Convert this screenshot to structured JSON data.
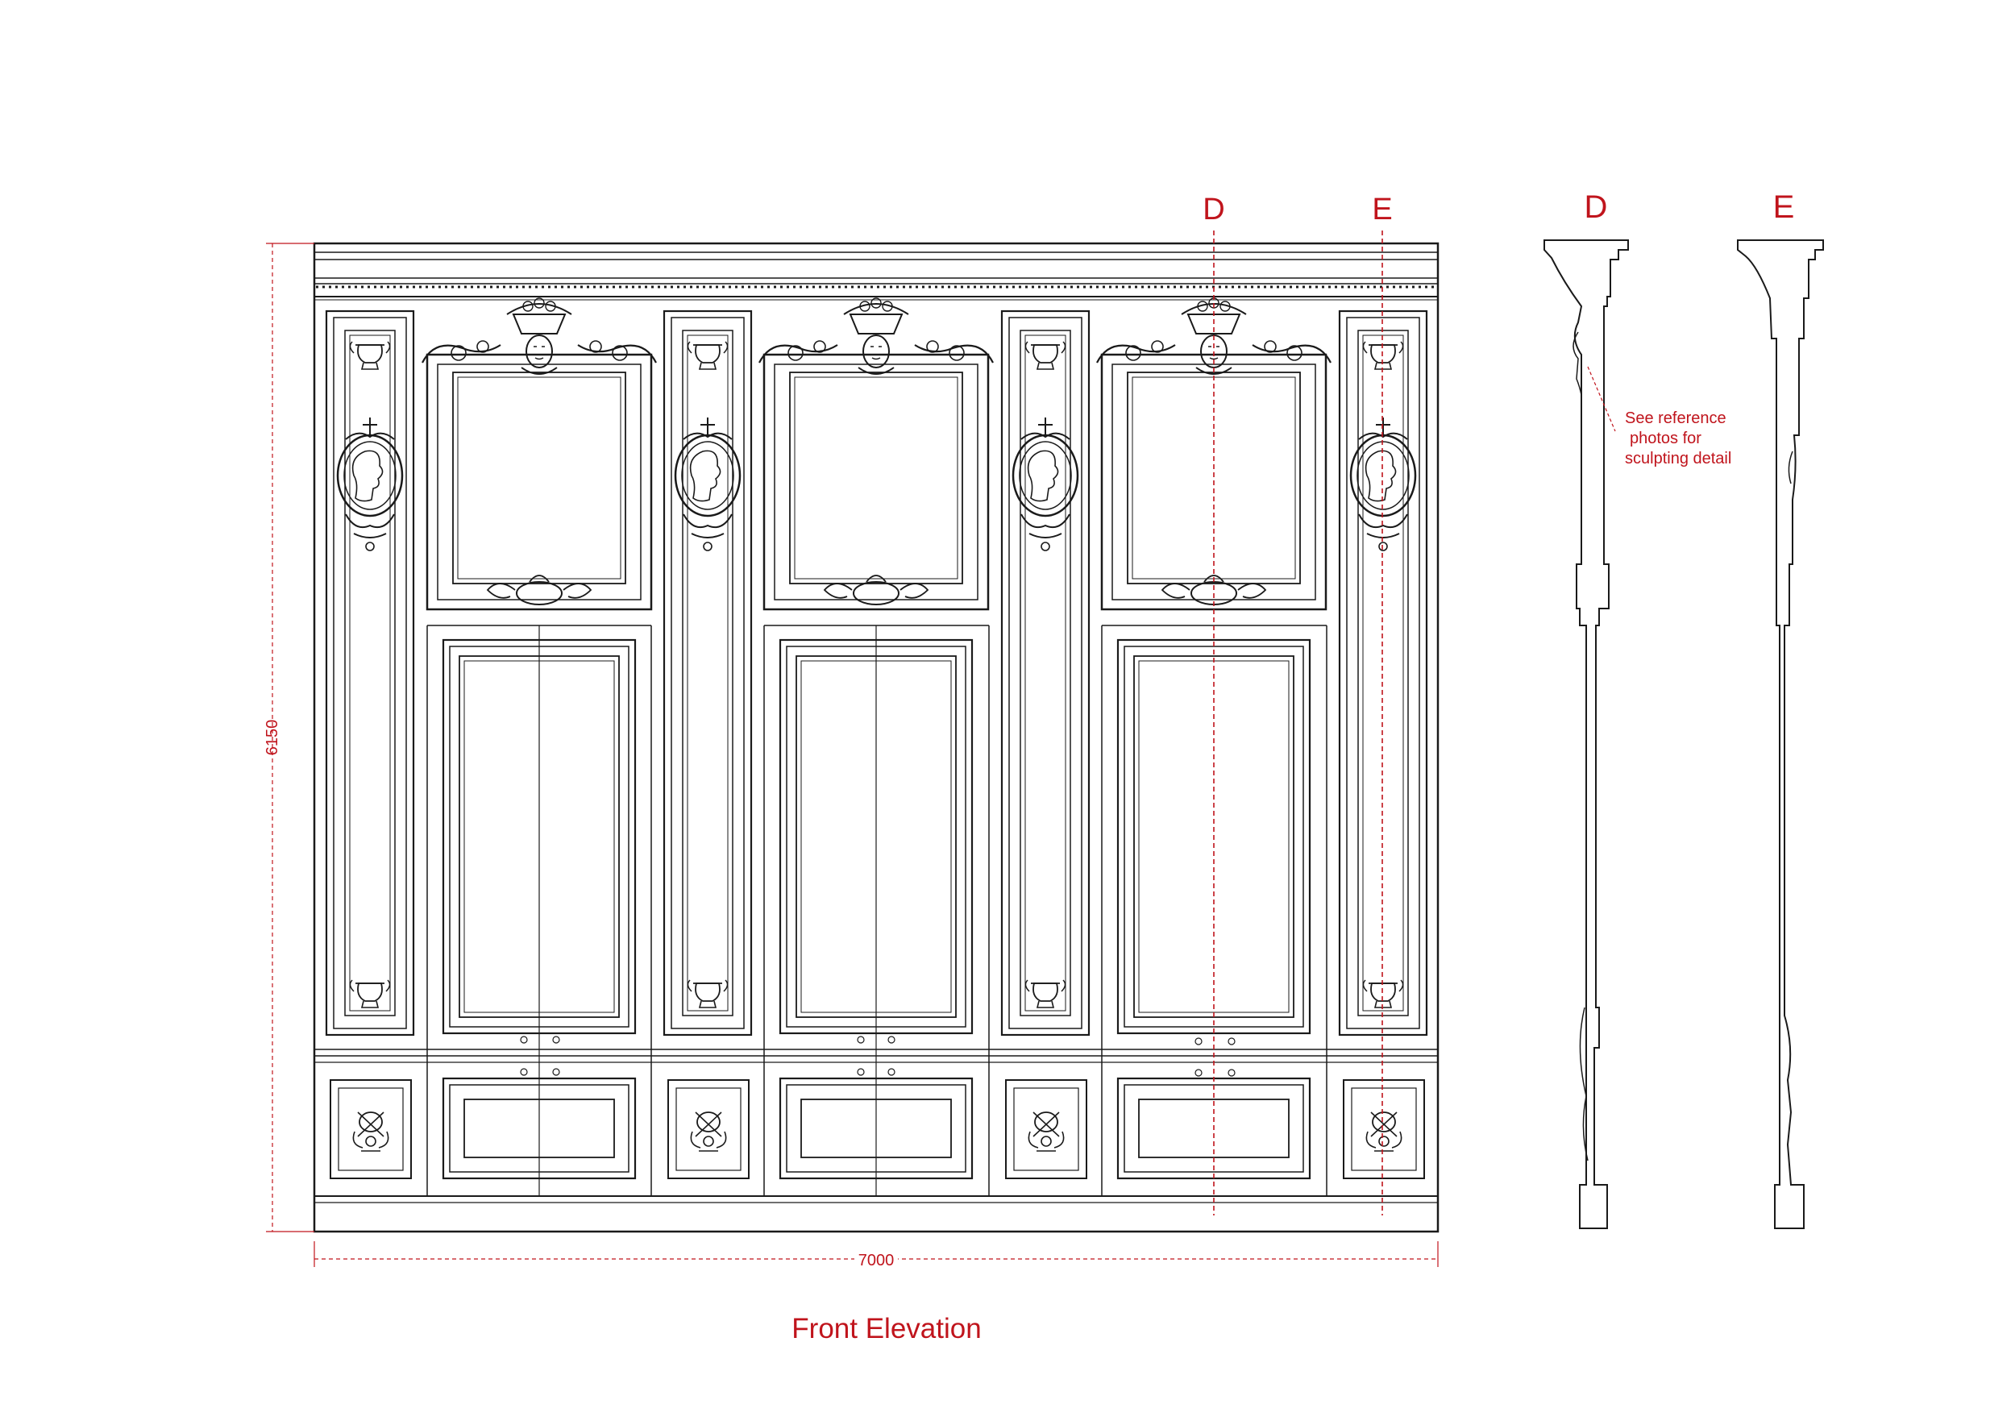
{
  "title": "Front Elevation",
  "dimensions": {
    "height": "6150",
    "width": "7000"
  },
  "section_markers": [
    "D",
    "E"
  ],
  "section_views": [
    {
      "label": "D"
    },
    {
      "label": "E"
    }
  ],
  "annotation": {
    "lines": [
      "See reference",
      "photos for",
      "sculpting detail"
    ]
  },
  "colors": {
    "line": "#1a1a1a",
    "annotation": "#c0141c",
    "background": "#ffffff"
  }
}
